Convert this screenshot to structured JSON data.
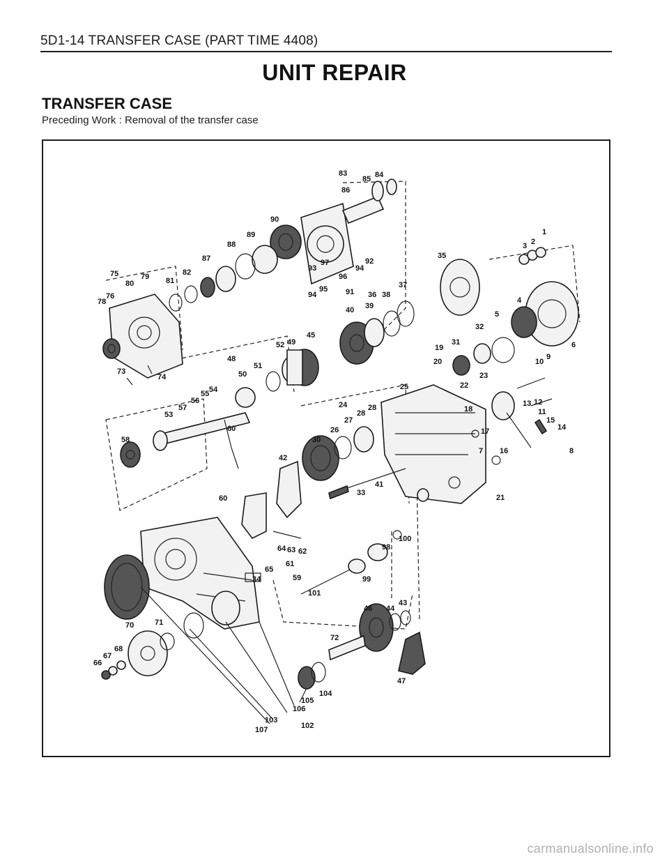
{
  "header": {
    "running_title": "5D1-14  TRANSFER CASE (PART TIME 4408)"
  },
  "page_title": "UNIT REPAIR",
  "section": {
    "title": "TRANSFER CASE",
    "preceding_work": "Preceding Work : Removal of the transfer case"
  },
  "diagram": {
    "callouts": [
      "1",
      "2",
      "3",
      "4",
      "5",
      "6",
      "7",
      "8",
      "9",
      "10",
      "11",
      "12",
      "13",
      "14",
      "15",
      "16",
      "17",
      "18",
      "19",
      "20",
      "21",
      "22",
      "23",
      "24",
      "25",
      "26",
      "27",
      "28",
      "30",
      "31",
      "32",
      "33",
      "34",
      "35",
      "36",
      "37",
      "38",
      "39",
      "40",
      "41",
      "42",
      "43",
      "44",
      "45",
      "46",
      "47",
      "48",
      "49",
      "50",
      "51",
      "52",
      "53",
      "54",
      "55",
      "56",
      "57",
      "58",
      "59",
      "60",
      "61",
      "62",
      "63",
      "64",
      "65",
      "66",
      "67",
      "68",
      "70",
      "71",
      "72",
      "73",
      "74",
      "75",
      "76",
      "78",
      "79",
      "80",
      "81",
      "82",
      "83",
      "84",
      "85",
      "86",
      "87",
      "88",
      "89",
      "90",
      "91",
      "92",
      "93",
      "94",
      "95",
      "96",
      "97",
      "98",
      "99",
      "100",
      "101",
      "102",
      "103",
      "104",
      "105",
      "106",
      "107"
    ]
  },
  "watermark": "carmanualsonline.info"
}
